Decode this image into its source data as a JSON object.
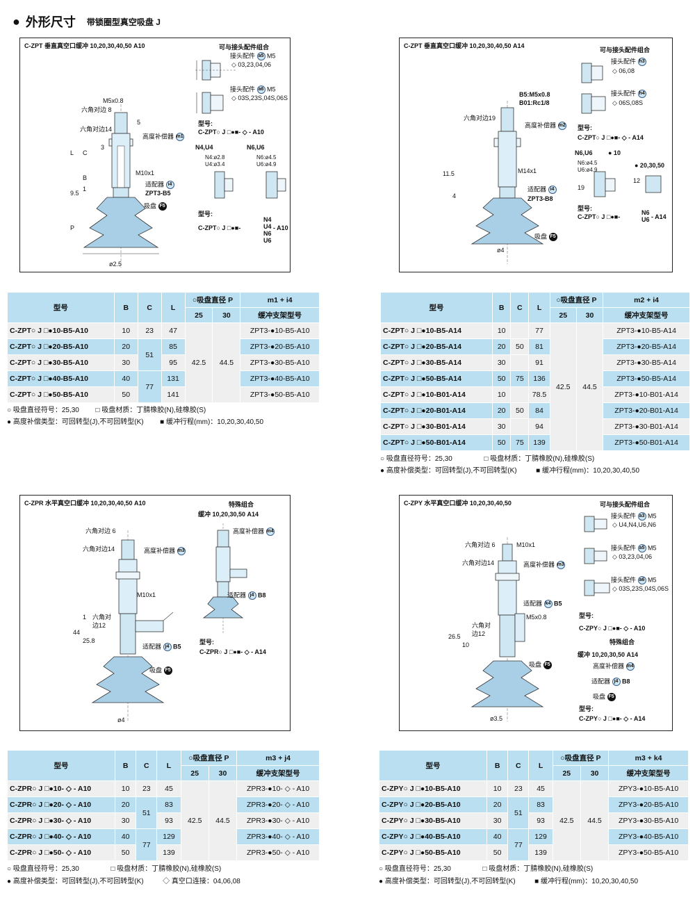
{
  "header": {
    "bullet": "●",
    "title": "外形尺寸",
    "subtitle": "带锁圈型真空吸盘 J"
  },
  "d1": {
    "head": "C-ZPT   垂直真空口缓冲   10,20,30,40,50   A10",
    "combo_title": "可与接头配件组合",
    "a5_label": "接头配件",
    "a5_code": "a5",
    "a5_size": "M5",
    "a5_opts": "◇ 03,23,04,06",
    "a6_label": "接头配件",
    "a6_code": "a6",
    "a6_size": "M5",
    "a6_opts": "◇ 03S,23S,04S,06S",
    "m5": "M5x0.8",
    "hex8": "六角对边 8",
    "hex14": "六角对边14",
    "comp": "高度补偿器",
    "comp_code": "m1",
    "m10": "M10x1",
    "adapter": "适配器",
    "adapter_code": "i4",
    "adapter_model": "ZPT3-B5",
    "cup": "吸盘",
    "cup_code": "F5",
    "dia": "ø2.5",
    "n4u4": "N4,U4",
    "n6u6": "N6,U6",
    "n4dim": "N4:ø2.8",
    "u4dim": "U4:ø3.4",
    "n6dim": "N6:ø4.5",
    "u6dim": "U6:ø4.9",
    "model_label": "型号:",
    "model_str": "C-ZPT○ J □●■- ◇ - A10",
    "model2_label": "型号:",
    "model2_str": "C-ZPT○ J □●■-",
    "model2_opts": "N4 U4 N6 U6",
    "model2_tail": "- A10",
    "dim_L": "L",
    "dim_C": "C",
    "dim_B": "B",
    "dim_P": "P",
    "dim_95": "9.5",
    "dim_3": "3",
    "dim_5": "5",
    "dim_1": "1"
  },
  "d2": {
    "head": "C-ZPT   垂直真空口缓冲   10,20,30,40,50   A14",
    "combo_title": "可与接头配件组合",
    "h3_label": "接头配件",
    "h3_code": "h3",
    "h3_opts": "◇ 06,08",
    "h4_label": "接头配件",
    "h4_code": "h4",
    "h4_opts": "◇ 06S,08S",
    "b5": "B5:M5x0.8",
    "b01": "B01:Rc1/8",
    "hex19": "六角对边19",
    "comp": "高度补偿器",
    "comp_code": "m2",
    "m14": "M14x1",
    "adapter": "适配器",
    "adapter_code": "i4",
    "adapter_model": "ZPT3-B8",
    "cup": "吸盘",
    "cup_code": "F5",
    "dia": "ø4",
    "model_label": "型号:",
    "model_str": "C-ZPT○ J □●■- ◇ - A14",
    "n6u6": "N6,U6",
    "n6dot": "● 10",
    "n6dim": "N6:ø4.5",
    "u6dim": "U6:ø4.9",
    "grp": "● 20,30,50",
    "model2_label": "型号:",
    "model2_str": "C-ZPT○ J □●■-",
    "model2_opts": "N6 U6",
    "model2_tail": "- A14",
    "dim_115": "11.5",
    "dim_4": "4",
    "dim_19": "19",
    "dim_12": "12"
  },
  "t1": {
    "h_model": "型号",
    "h_B": "B",
    "h_C": "C",
    "h_L": "L",
    "h_P": "○吸盘直径  P",
    "h_p25": "25",
    "h_p30": "30",
    "h_code": "m1 + i4",
    "h_frame": "缓冲支架型号",
    "rows": [
      {
        "model": "C-ZPT○ J □●10-B5-A10",
        "B": "10",
        "C": "23",
        "L": "47",
        "frame": "ZPT3-●10-B5-A10"
      },
      {
        "model": "C-ZPT○ J □●20-B5-A10",
        "B": "20",
        "C": "51",
        "L": "85",
        "frame": "ZPT3-●20-B5-A10"
      },
      {
        "model": "C-ZPT○ J □●30-B5-A10",
        "B": "30",
        "C": "",
        "L": "95",
        "frame": "ZPT3-●30-B5-A10"
      },
      {
        "model": "C-ZPT○ J □●40-B5-A10",
        "B": "40",
        "C": "77",
        "L": "131",
        "frame": "ZPT3-●40-B5-A10"
      },
      {
        "model": "C-ZPT○ J □●50-B5-A10",
        "B": "50",
        "C": "",
        "L": "141",
        "frame": "ZPT3-●50-B5-A10"
      }
    ],
    "p25": "42.5",
    "p30": "44.5",
    "legend1a": "○ 吸盘直径符号：25,30",
    "legend1b": "□ 吸盘材质：丁腈橡胶(N),硅橡胶(S)",
    "legend2a": "● 高度补偿类型：可回转型(J),不可回转型(K)",
    "legend2b": "■ 缓冲行程(mm)：10,20,30,40,50"
  },
  "t2": {
    "h_model": "型号",
    "h_B": "B",
    "h_C": "C",
    "h_L": "L",
    "h_P": "○吸盘直径  P",
    "h_p25": "25",
    "h_p30": "30",
    "h_code": "m2 + i4",
    "h_frame": "缓冲支架型号",
    "rows": [
      {
        "model": "C-ZPT○ J □●10-B5-A14",
        "B": "10",
        "C": "",
        "L": "77",
        "frame": "ZPT3-●10-B5-A14"
      },
      {
        "model": "C-ZPT○ J □●20-B5-A14",
        "B": "20",
        "C": "50",
        "L": "81",
        "frame": "ZPT3-●20-B5-A14"
      },
      {
        "model": "C-ZPT○ J □●30-B5-A14",
        "B": "30",
        "C": "",
        "L": "91",
        "frame": "ZPT3-●30-B5-A14"
      },
      {
        "model": "C-ZPT○ J □●50-B5-A14",
        "B": "50",
        "C": "75",
        "L": "136",
        "frame": "ZPT3-●50-B5-A14"
      },
      {
        "model": "C-ZPT○ J □●10-B01-A14",
        "B": "10",
        "C": "",
        "L": "78.5",
        "frame": "ZPT3-●10-B01-A14"
      },
      {
        "model": "C-ZPT○ J □●20-B01-A14",
        "B": "20",
        "C": "50",
        "L": "84",
        "frame": "ZPT3-●20-B01-A14"
      },
      {
        "model": "C-ZPT○ J □●30-B01-A14",
        "B": "30",
        "C": "",
        "L": "94",
        "frame": "ZPT3-●30-B01-A14"
      },
      {
        "model": "C-ZPT○ J □●50-B01-A14",
        "B": "50",
        "C": "75",
        "L": "139",
        "frame": "ZPT3-●50-B01-A14"
      }
    ],
    "p25": "42.5",
    "p30": "44.5",
    "legend1a": "○ 吸盘直径符号：25,30",
    "legend1b": "□ 吸盘材质：丁腈橡胶(N),硅橡胶(S)",
    "legend2a": "● 高度补偿类型：可回转型(J),不可回转型(K)",
    "legend2b": "■ 缓冲行程(mm)：10,20,30,40,50"
  },
  "d3": {
    "head": "C-ZPR   水平真空口缓冲   10,20,30,40,50   A10",
    "special": "特殊组合",
    "special_sub": "缓冲   10,20,30,50   A14",
    "hex6": "六角对边 6",
    "hex14": "六角对边14",
    "comp": "高度补偿器",
    "comp_code": "m3",
    "m10": "M10x1",
    "hex12": "六角对",
    "hex12b": "边12",
    "adapter": "适配器",
    "adapter_code": "j4",
    "adapter_b5": "B5",
    "cup": "吸盘",
    "cup_code": "F5",
    "dia": "ø4",
    "comp2": "高度补偿器",
    "comp2_code": "m4",
    "adapter2": "适配器",
    "adapter2_code": "j4",
    "adapter2_b8": "B8",
    "model_label": "型号:",
    "model_str": "C-ZPR○ J □●■- ◇ - A14",
    "dim_44": "44",
    "dim_258": "25.8",
    "dim_1": "1"
  },
  "d4": {
    "head": "C-ZPY   水平真空口缓冲   10,20,30,40,50",
    "combo_title": "可与接头配件组合",
    "a3_label": "接头配件",
    "a3_code": "a3",
    "a3_size": "M5",
    "a3_opts": "◇ U4,N4,U6,N6",
    "a5_label": "接头配件",
    "a5_code": "a5",
    "a5_size": "M5",
    "a5_opts": "◇ 03,23,04,06",
    "a6_label": "接头配件",
    "a6_code": "a6",
    "a6_size": "M5",
    "a6_opts": "◇ 03S,23S,04S,06S",
    "hex6": "六角对边 6",
    "m10": "M10x1",
    "hex14": "六角对边14",
    "comp": "高度补偿器",
    "comp_code": "m3",
    "adapter": "适配器",
    "adapter_code": "k4",
    "adapter_b5": "B5",
    "m5": "M5x0.8",
    "hex12": "六角对",
    "hex12b": "边12",
    "cup": "吸盘",
    "cup_code": "F5",
    "dia": "ø3.5",
    "model_label": "型号:",
    "model_str": "C-ZPY○ J □●■- ◇ - A10",
    "special": "特殊组合",
    "special_sub": "缓冲   10,20,30,50   A14",
    "comp2": "高度补偿器",
    "comp2_code": "m4",
    "adapter2": "适配器",
    "adapter2_code": "j4",
    "adapter2_b8": "B8",
    "cup2": "吸盘",
    "cup2_code": "F5",
    "model2_label": "型号:",
    "model2_str": "C-ZPY○ J □●■- ◇ - A14",
    "dim_265": "26.5",
    "dim_10": "10"
  },
  "t3": {
    "h_model": "型号",
    "h_B": "B",
    "h_C": "C",
    "h_L": "L",
    "h_P": "○吸盘直径  P",
    "h_p25": "25",
    "h_p30": "30",
    "h_code": "m3 + j4",
    "h_frame": "缓冲支架型号",
    "rows": [
      {
        "model": "C-ZPR○ J □●10- ◇ - A10",
        "B": "10",
        "C": "23",
        "L": "45",
        "frame": "ZPR3-●10- ◇ - A10"
      },
      {
        "model": "C-ZPR○ J □●20- ◇ - A10",
        "B": "20",
        "C": "51",
        "L": "83",
        "frame": "ZPR3-●20- ◇ - A10"
      },
      {
        "model": "C-ZPR○ J □●30- ◇ - A10",
        "B": "30",
        "C": "",
        "L": "93",
        "frame": "ZPR3-●30- ◇ - A10"
      },
      {
        "model": "C-ZPR○ J □●40- ◇ - A10",
        "B": "40",
        "C": "77",
        "L": "129",
        "frame": "ZPR3-●40- ◇ - A10"
      },
      {
        "model": "C-ZPR○ J □●50- ◇ - A10",
        "B": "50",
        "C": "",
        "L": "139",
        "frame": "ZPR3-●50- ◇ - A10"
      }
    ],
    "p25": "42.5",
    "p30": "44.5",
    "legend1a": "○ 吸盘直径符号：25,30",
    "legend1b": "□ 吸盘材质：丁腈橡胶(N),硅橡胶(S)",
    "legend2a": "● 高度补偿类型：可回转型(J),不可回转型(K)",
    "legend2b": "◇ 真空口连接：04,06,08"
  },
  "t4": {
    "h_model": "型号",
    "h_B": "B",
    "h_C": "C",
    "h_L": "L",
    "h_P": "○吸盘直径  P",
    "h_p25": "25",
    "h_p30": "30",
    "h_code": "m3 + k4",
    "h_frame": "缓冲支架型号",
    "rows": [
      {
        "model": "C-ZPY○ J □●10-B5-A10",
        "B": "10",
        "C": "23",
        "L": "45",
        "frame": "ZPY3-●10-B5-A10"
      },
      {
        "model": "C-ZPY○ J □●20-B5-A10",
        "B": "20",
        "C": "51",
        "L": "83",
        "frame": "ZPY3-●20-B5-A10"
      },
      {
        "model": "C-ZPY○ J □●30-B5-A10",
        "B": "30",
        "C": "",
        "L": "93",
        "frame": "ZPY3-●30-B5-A10"
      },
      {
        "model": "C-ZPY○ J □●40-B5-A10",
        "B": "40",
        "C": "77",
        "L": "129",
        "frame": "ZPY3-●40-B5-A10"
      },
      {
        "model": "C-ZPY○ J □●50-B5-A10",
        "B": "50",
        "C": "",
        "L": "139",
        "frame": "ZPY3-●50-B5-A10"
      }
    ],
    "p25": "42.5",
    "p30": "44.5",
    "legend1a": "○ 吸盘直径符号：25,30",
    "legend1b": "□ 吸盘材质：丁腈橡胶(N),硅橡胶(S)",
    "legend2a": "● 高度补偿类型：可回转型(J),不可回转型(K)",
    "legend2b": "■ 缓冲行程(mm)：10,20,30,40,50"
  }
}
